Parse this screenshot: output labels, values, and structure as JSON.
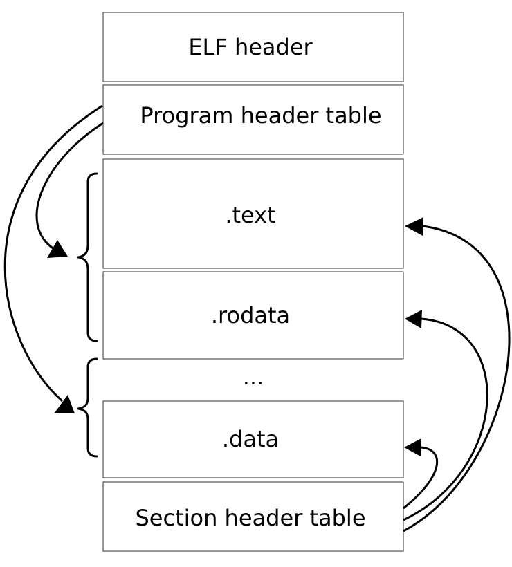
{
  "sections": {
    "elf_header": "ELF header",
    "program_header_table": "Program header table",
    "text": ".text",
    "rodata": ".rodata",
    "ellipsis": "...",
    "data": ".data",
    "section_header_table": "Section header table"
  }
}
